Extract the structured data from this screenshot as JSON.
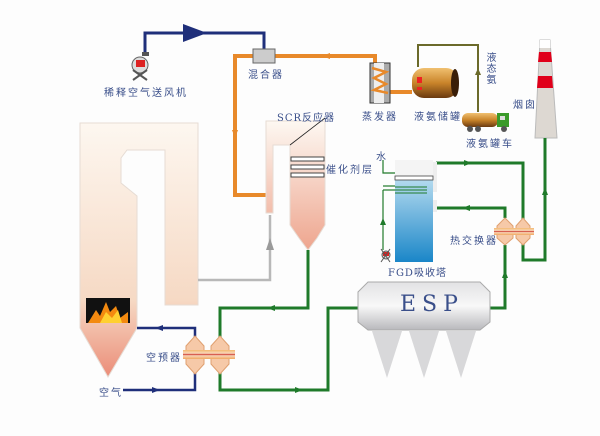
{
  "labels": {
    "fan": "稀释空气送风机",
    "mixer": "混合器",
    "scr": "SCR反应器",
    "catalyst": "催化剂层",
    "evaporator": "蒸发器",
    "tank": "液氨储罐",
    "liquid_ammonia": "液态氨",
    "truck": "液氨罐车",
    "chimney": "烟囱",
    "water": "水",
    "fgd": "FGD吸收塔",
    "heat_exchanger": "热交换器",
    "esp": "ESP",
    "air_preheater": "空预器",
    "air": "空气"
  },
  "colors": {
    "air_line": "#1f2f7a",
    "ammonia_line": "#e8892a",
    "flue_line": "#1f7a2a",
    "liquid_line": "#6b6a2a",
    "label": "#3a4f8a"
  }
}
